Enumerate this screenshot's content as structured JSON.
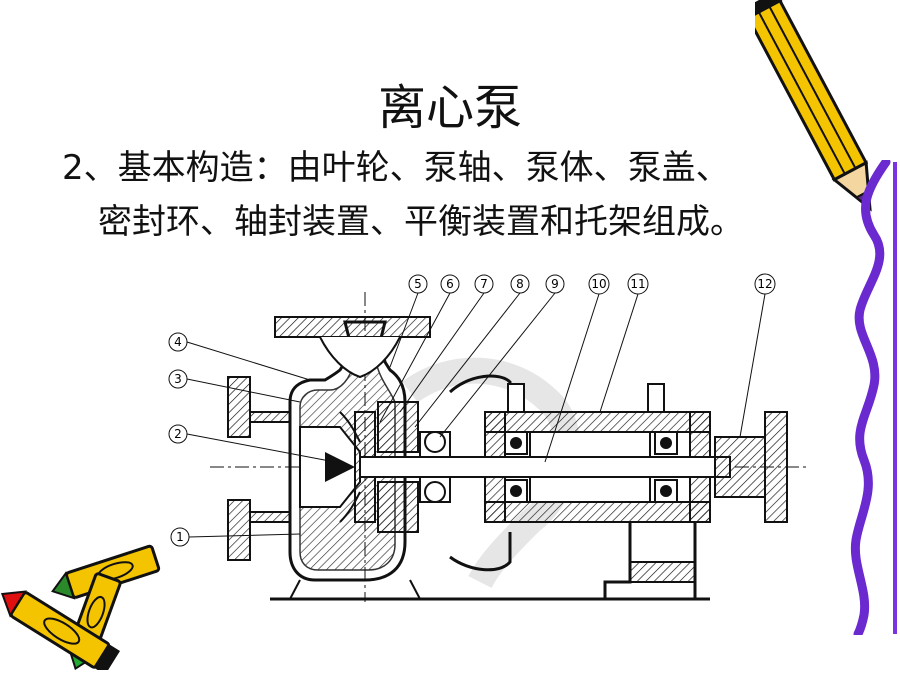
{
  "slide": {
    "title": "离心泵",
    "line1_number": "2",
    "line1_text": "、基本构造：由叶轮、泵轴、泵体、泵盖、",
    "line2_text": "密封环、轴封装置、平衡装置和托架组成。"
  },
  "drawing": {
    "callouts": [
      "1",
      "2",
      "3",
      "4",
      "5",
      "6",
      "7",
      "8",
      "9",
      "10",
      "11",
      "12"
    ]
  },
  "decorations": {
    "pencil_icon": "pencil-icon",
    "crayons_icon": "crayons-icon",
    "border_icon": "wavy-border-icon"
  }
}
